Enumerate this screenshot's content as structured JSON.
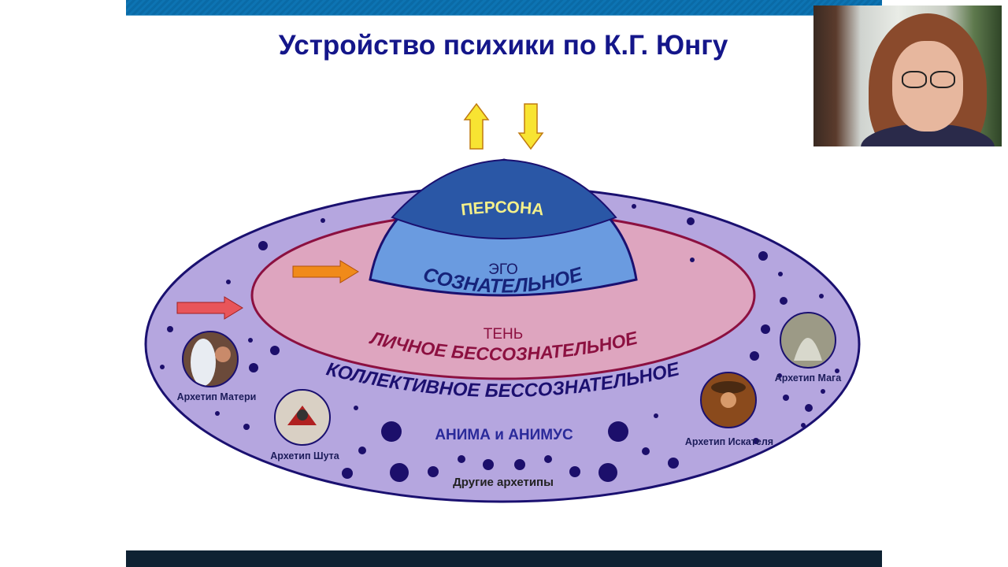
{
  "slide": {
    "title": "Устройство психики по К.Г. Юнгу",
    "diagram": {
      "persona": "ПЕРСОНА",
      "ego": "ЭГО",
      "conscious": "СОЗНАТЕЛЬНОЕ",
      "shadow": "ТЕНЬ",
      "personal_unconscious": "ЛИЧНОЕ БЕССОЗНАТЕЛЬНОЕ",
      "collective_unconscious": "КОЛЛЕКТИВНОЕ БЕССОЗНАТЕЛЬНОЕ",
      "anima_animus": "АНИМА и АНИМУС",
      "other_archetypes": "Другие архетипы",
      "archetypes": [
        {
          "label": "Архетип Матери"
        },
        {
          "label": "Архетип Шута"
        },
        {
          "label": "Архетип Мага"
        },
        {
          "label": "Архетип Искателя"
        }
      ]
    },
    "colors": {
      "title": "#14168a",
      "outer": "#b5a6df",
      "inner": "#dea5bf",
      "persona": "#2a57a6",
      "ego": "#6a9be0",
      "dots": "#1c0f6b"
    }
  }
}
